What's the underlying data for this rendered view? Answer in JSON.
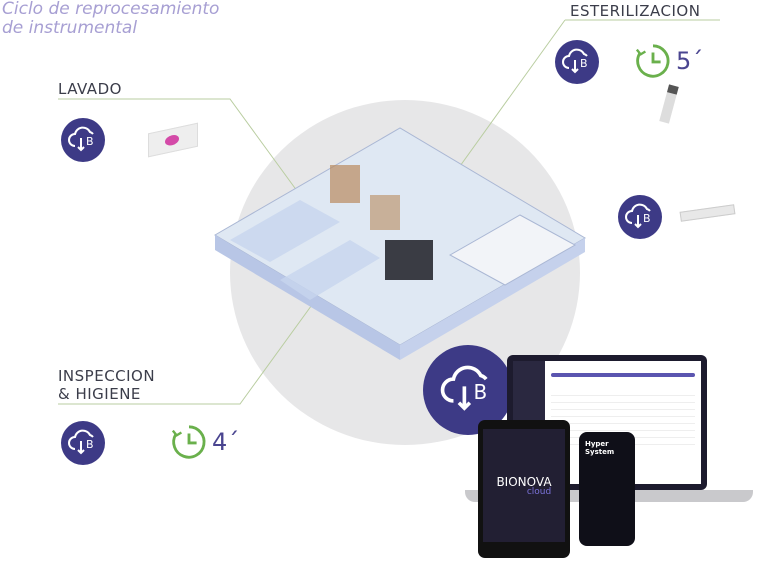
{
  "title": {
    "line1": "Ciclo de reprocesamiento",
    "line2": "de instrumental"
  },
  "stages": {
    "lavado": {
      "label": "LAVADO"
    },
    "esterilizacion": {
      "label": "ESTERILIZACION",
      "time": "5´"
    },
    "inspeccion": {
      "label_line1": "INSPECCION",
      "label_line2": "& HIGIENE",
      "time": "4´"
    }
  },
  "devices": {
    "tablet_brand": "BIONOVA",
    "tablet_sub": "cloud",
    "phone_title_line1": "Hyper",
    "phone_title_line2": "System"
  },
  "colors": {
    "accent": "#3d3a86",
    "clock": "#6ab04c",
    "title": "#a79fd3"
  }
}
